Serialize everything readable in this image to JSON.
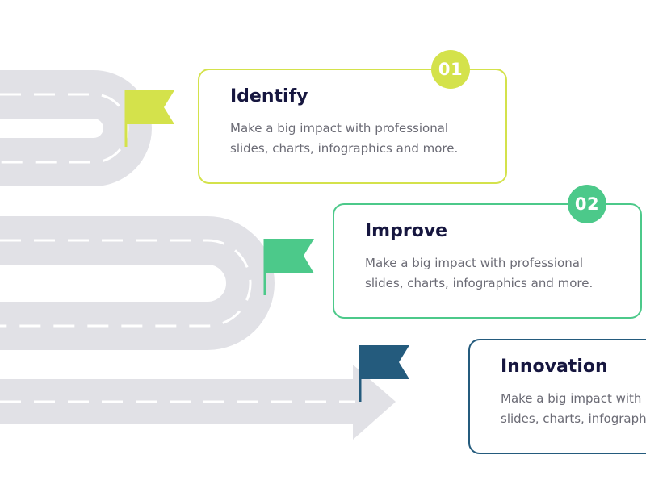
{
  "colors": {
    "road": "#e1e1e6",
    "lane_mark": "#ffffff",
    "step1": "#d4e24b",
    "step2": "#4cc98a",
    "step3": "#245b7d",
    "title": "#16163f",
    "text": "#6b6b75"
  },
  "steps": [
    {
      "number": "01",
      "title": "Identify",
      "description": "Make a big impact with professional slides, charts, infographics and more."
    },
    {
      "number": "02",
      "title": "Improve",
      "description": "Make a big impact with professional slides, charts, infographics and more."
    },
    {
      "number": "",
      "title": "Innovation",
      "description": "Make a big impact with professional slides, charts, infographics and more."
    }
  ]
}
